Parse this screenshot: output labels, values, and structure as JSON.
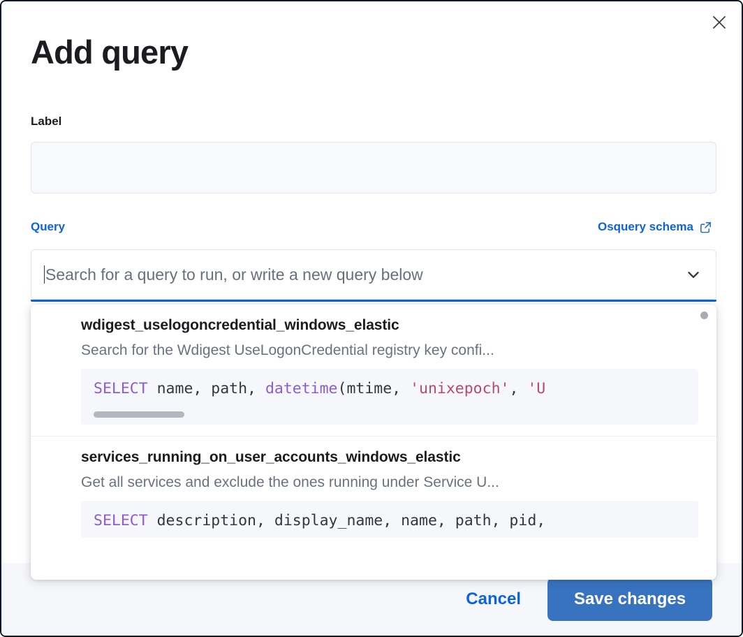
{
  "modal": {
    "title": "Add query",
    "close_icon": "close-icon"
  },
  "label_field": {
    "label": "Label",
    "value": "",
    "placeholder": ""
  },
  "query_section": {
    "label": "Query",
    "schema_link": "Osquery schema",
    "schema_link_icon": "external-link-icon"
  },
  "combobox": {
    "placeholder": "Search for a query to run, or write a new query below",
    "value": "",
    "chevron_icon": "chevron-down-icon",
    "focused": true
  },
  "dropdown": {
    "items": [
      {
        "title": "wdigest_uselogoncredential_windows_elastic",
        "description": "Search for the Wdigest UseLogonCredential registry key confi...",
        "code_tokens": [
          {
            "t": "SELECT",
            "c": "kw"
          },
          {
            "t": " name, path, ",
            "c": "plain"
          },
          {
            "t": "datetime",
            "c": "fn"
          },
          {
            "t": "(mtime, ",
            "c": "plain"
          },
          {
            "t": "'unixepoch'",
            "c": "str"
          },
          {
            "t": ", ",
            "c": "plain"
          },
          {
            "t": "'U",
            "c": "str"
          }
        ]
      },
      {
        "title": "services_running_on_user_accounts_windows_elastic",
        "description": "Get all services and exclude the ones running under Service U...",
        "code_tokens": [
          {
            "t": "SELECT",
            "c": "kw"
          },
          {
            "t": " description, display_name, name, path, pid,",
            "c": "plain"
          }
        ]
      }
    ]
  },
  "footer": {
    "cancel_label": "Cancel",
    "save_label": "Save changes"
  },
  "colors": {
    "accent_blue": "#0b64dd",
    "save_button": "#3873c0",
    "keyword_purple": "#8b5cd6",
    "string_crimson": "#b64a6a",
    "text_dark": "#1a1c21",
    "text_muted": "#6a7280"
  }
}
